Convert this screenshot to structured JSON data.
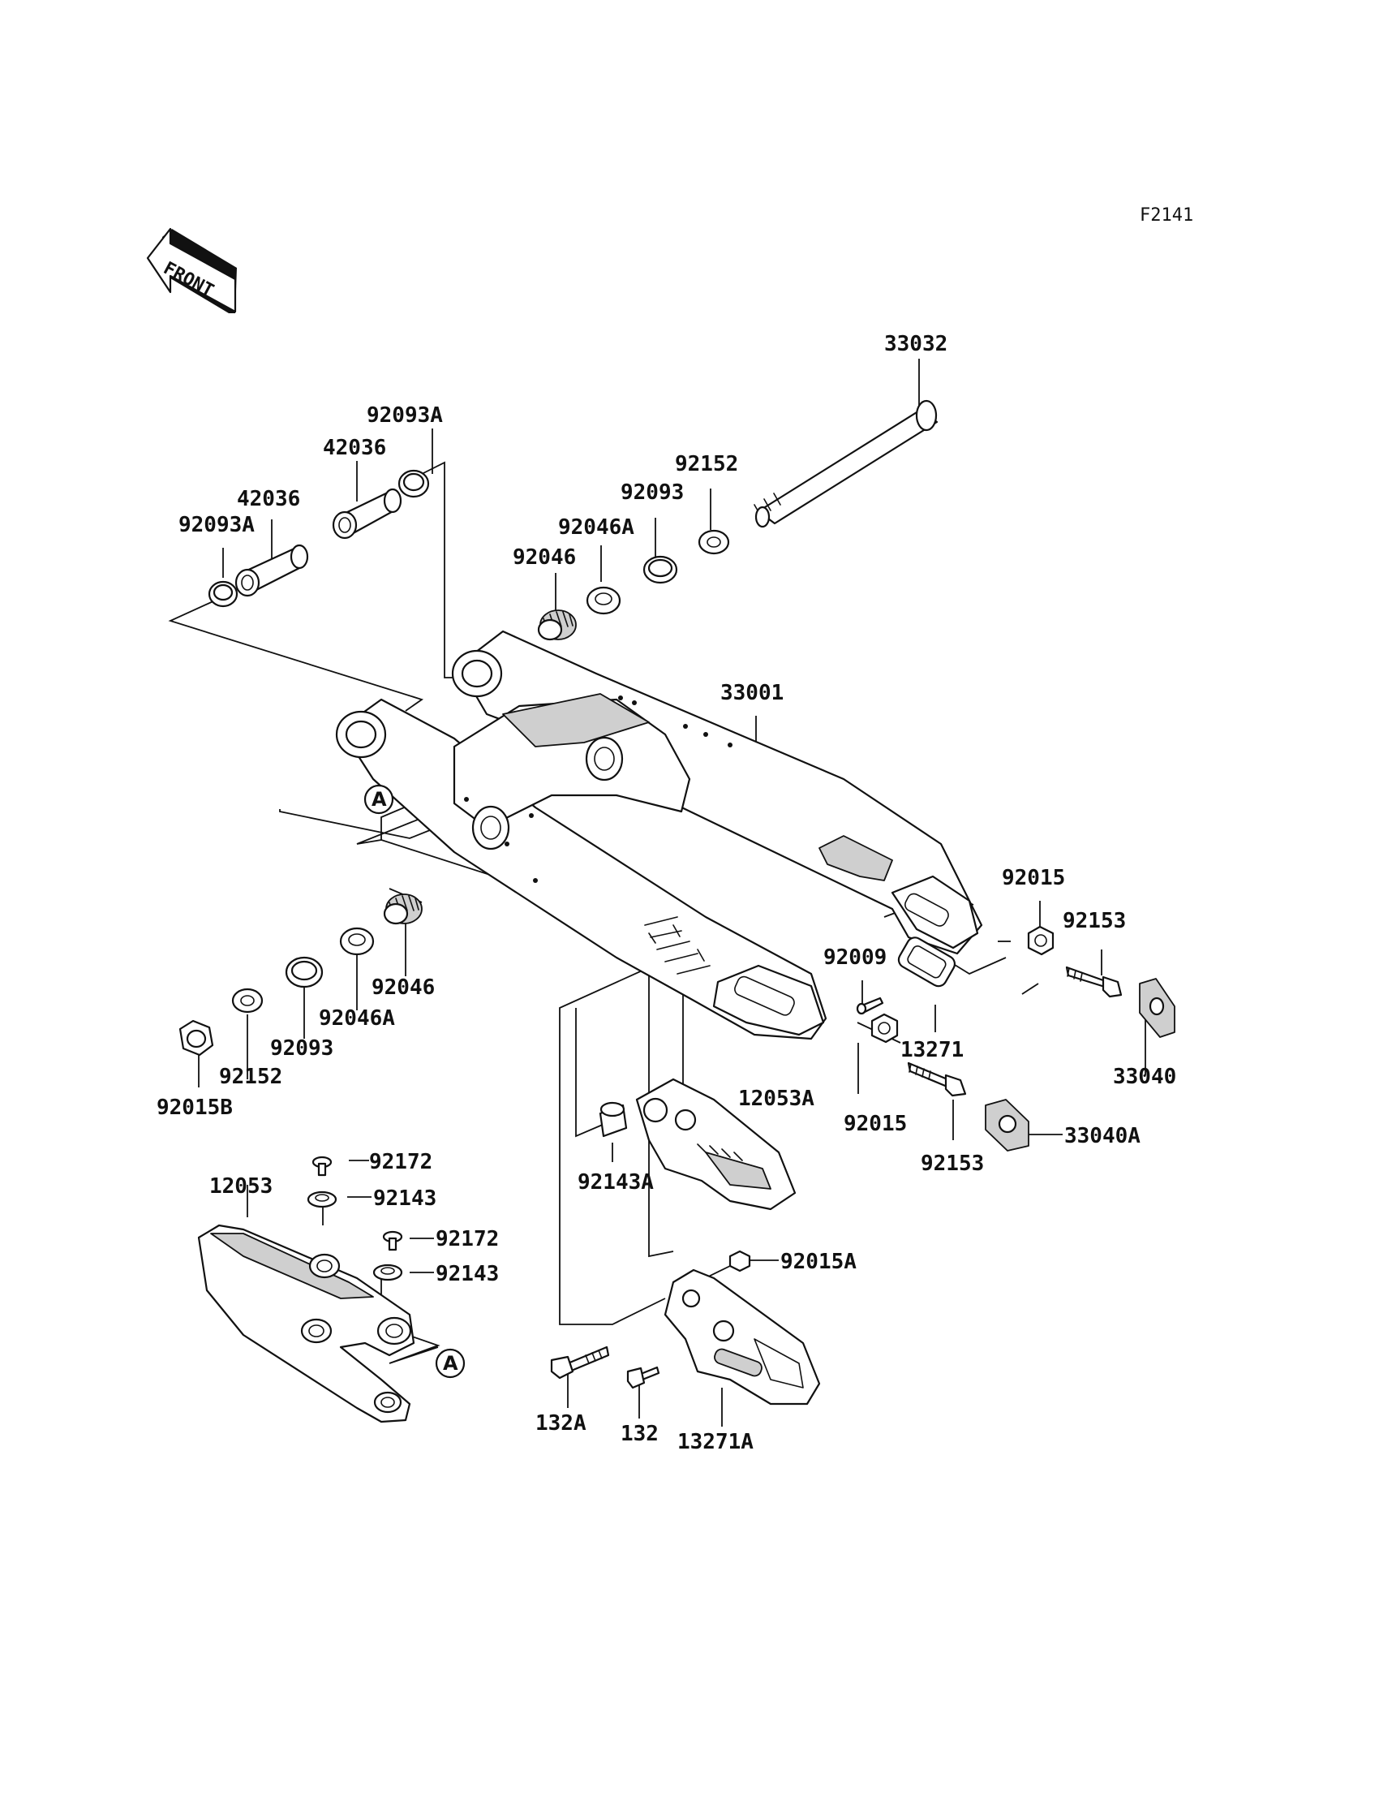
{
  "figure_code": "F2141",
  "front_label": "FRONT",
  "ref_marker": "A",
  "labels": [
    {
      "id": "33032",
      "text": "33032"
    },
    {
      "id": "92093A-top",
      "text": "92093A"
    },
    {
      "id": "42036-top",
      "text": "42036"
    },
    {
      "id": "42036-mid",
      "text": "42036"
    },
    {
      "id": "92093A-left",
      "text": "92093A"
    },
    {
      "id": "92152-top",
      "text": "92152"
    },
    {
      "id": "92093-top",
      "text": "92093"
    },
    {
      "id": "92046A-top",
      "text": "92046A"
    },
    {
      "id": "92046-top",
      "text": "92046"
    },
    {
      "id": "33001",
      "text": "33001"
    },
    {
      "id": "92015-right",
      "text": "92015"
    },
    {
      "id": "92153-right",
      "text": "92153"
    },
    {
      "id": "92009",
      "text": "92009"
    },
    {
      "id": "13271",
      "text": "13271"
    },
    {
      "id": "33040",
      "text": "33040"
    },
    {
      "id": "92046-low",
      "text": "92046"
    },
    {
      "id": "92046A-low",
      "text": "92046A"
    },
    {
      "id": "92093-low",
      "text": "92093"
    },
    {
      "id": "92152-low",
      "text": "92152"
    },
    {
      "id": "92015B",
      "text": "92015B"
    },
    {
      "id": "12053A",
      "text": "12053A"
    },
    {
      "id": "92015-mid",
      "text": "92015"
    },
    {
      "id": "92153-mid",
      "text": "92153"
    },
    {
      "id": "33040A",
      "text": "33040A"
    },
    {
      "id": "92143A",
      "text": "92143A"
    },
    {
      "id": "92172-a",
      "text": "92172"
    },
    {
      "id": "12053",
      "text": "12053"
    },
    {
      "id": "92143-a",
      "text": "92143"
    },
    {
      "id": "92172-b",
      "text": "92172"
    },
    {
      "id": "92143-b",
      "text": "92143"
    },
    {
      "id": "92015A",
      "text": "92015A"
    },
    {
      "id": "132A",
      "text": "132A"
    },
    {
      "id": "132",
      "text": "132"
    },
    {
      "id": "13271A",
      "text": "13271A"
    }
  ]
}
